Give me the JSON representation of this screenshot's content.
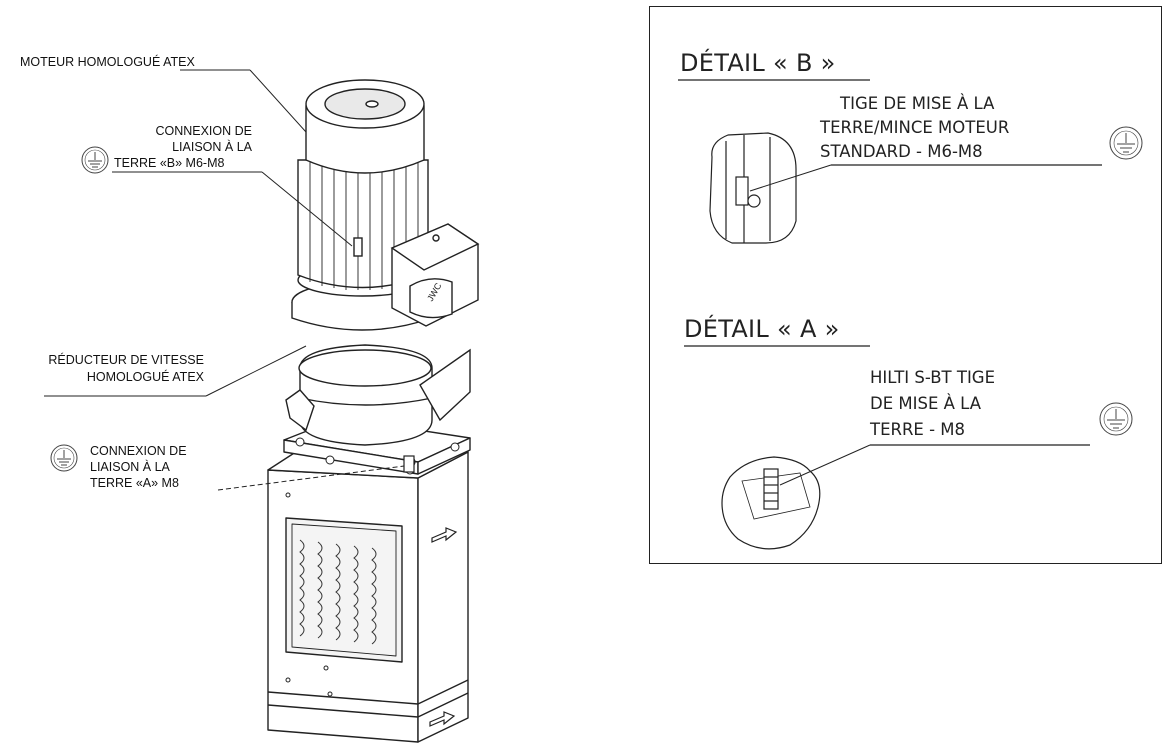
{
  "labels": {
    "motor": "MOTEUR HOMOLOGUÉ ATEX",
    "bond_b": [
      "CONNEXION DE",
      "LIAISON À LA",
      "TERRE «B» M6-M8"
    ],
    "reducer": [
      "RÉDUCTEUR DE VITESSE",
      "HOMOLOGUÉ ATEX"
    ],
    "bond_a": [
      "CONNEXION DE",
      "LIAISON À LA",
      "TERRE «A» M8"
    ]
  },
  "nameplate": "JWC",
  "detail_b": {
    "title": "DÉTAIL « B »",
    "text": [
      "TIGE DE MISE À LA",
      "TERRE/MINCE MOTEUR",
      "STANDARD - M6-M8"
    ]
  },
  "detail_a": {
    "title": "DÉTAIL « A »",
    "text": [
      "HILTI S-BT TIGE",
      "DE MISE À LA",
      "TERRE - M8"
    ]
  },
  "icons": [
    "ground-symbol-icon"
  ]
}
